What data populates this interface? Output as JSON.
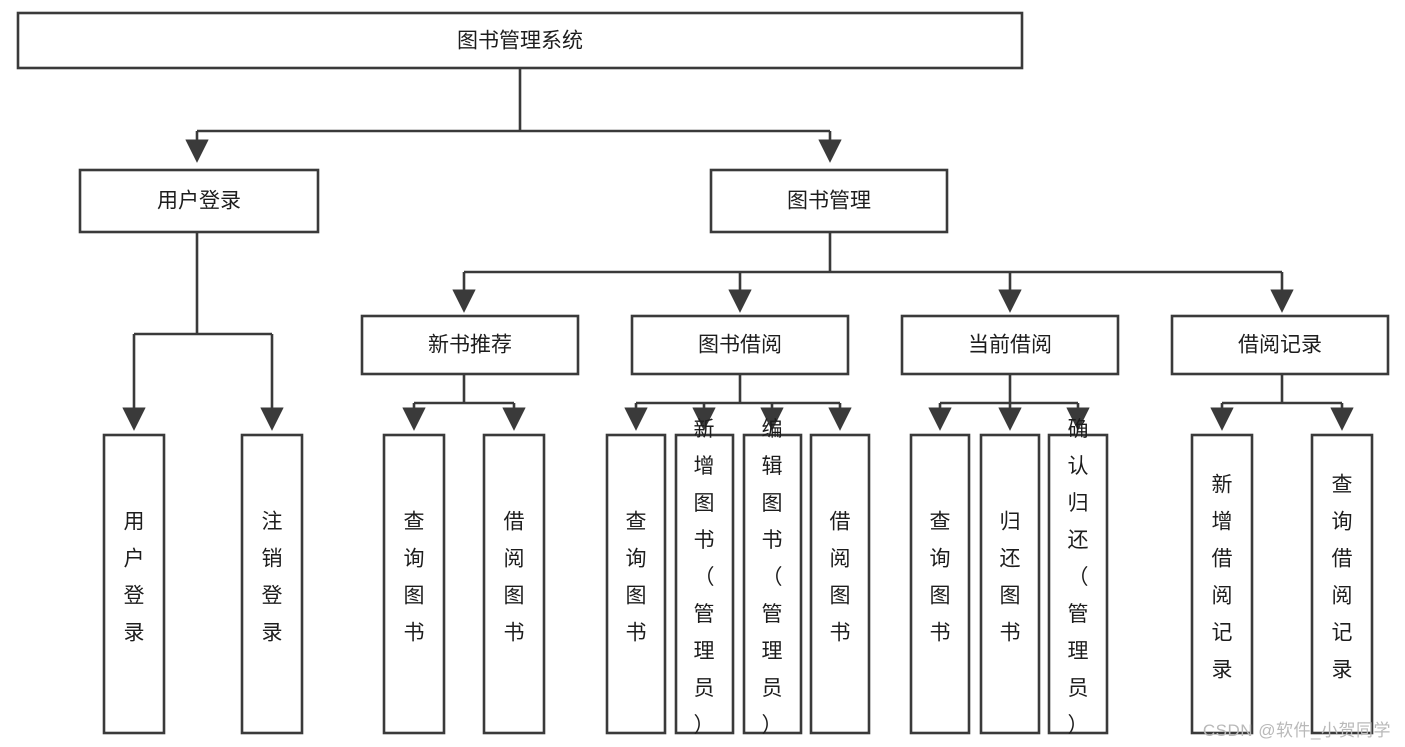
{
  "diagram": {
    "type": "tree-hierarchy",
    "title": "图书管理系统",
    "watermark": "CSDN @软件_小贺同学",
    "colors": {
      "stroke": "#3a3a3a",
      "fill": "#ffffff",
      "text": "#1d1d1d",
      "watermark": "#b9b9b9"
    },
    "levels": [
      {
        "level": 1,
        "nodes": [
          {
            "id": "root",
            "label": "图书管理系统",
            "orientation": "horizontal"
          }
        ]
      },
      {
        "level": 2,
        "nodes": [
          {
            "id": "user-login",
            "label": "用户登录",
            "orientation": "horizontal",
            "parent": "root"
          },
          {
            "id": "book-manage",
            "label": "图书管理",
            "orientation": "horizontal",
            "parent": "root"
          }
        ]
      },
      {
        "level": 3,
        "nodes": [
          {
            "id": "new-book-rec",
            "label": "新书推荐",
            "orientation": "horizontal",
            "parent": "book-manage"
          },
          {
            "id": "book-borrow",
            "label": "图书借阅",
            "orientation": "horizontal",
            "parent": "book-manage"
          },
          {
            "id": "current-borrow",
            "label": "当前借阅",
            "orientation": "horizontal",
            "parent": "book-manage"
          },
          {
            "id": "borrow-record",
            "label": "借阅记录",
            "orientation": "horizontal",
            "parent": "book-manage"
          }
        ]
      },
      {
        "level": 4,
        "nodes": [
          {
            "id": "leaf-user-login",
            "label": "用户登录",
            "orientation": "vertical",
            "parent": "user-login"
          },
          {
            "id": "leaf-logout",
            "label": "注销登录",
            "orientation": "vertical",
            "parent": "user-login"
          },
          {
            "id": "leaf-query-book-1",
            "label": "查询图书",
            "orientation": "vertical",
            "parent": "new-book-rec"
          },
          {
            "id": "leaf-borrow-book-1",
            "label": "借阅图书",
            "orientation": "vertical",
            "parent": "new-book-rec"
          },
          {
            "id": "leaf-query-book-2",
            "label": "查询图书",
            "orientation": "vertical",
            "parent": "book-borrow"
          },
          {
            "id": "leaf-add-book",
            "label": "新增图书（管理员）",
            "orientation": "vertical",
            "parent": "book-borrow"
          },
          {
            "id": "leaf-edit-book",
            "label": "编辑图书（管理员）",
            "orientation": "vertical",
            "parent": "book-borrow"
          },
          {
            "id": "leaf-borrow-book-2",
            "label": "借阅图书",
            "orientation": "vertical",
            "parent": "book-borrow"
          },
          {
            "id": "leaf-query-book-3",
            "label": "查询图书",
            "orientation": "vertical",
            "parent": "current-borrow"
          },
          {
            "id": "leaf-return-book",
            "label": "归还图书",
            "orientation": "vertical",
            "parent": "current-borrow"
          },
          {
            "id": "leaf-confirm-return",
            "label": "确认归还（管理员）",
            "orientation": "vertical",
            "parent": "current-borrow"
          },
          {
            "id": "leaf-add-record",
            "label": "新增借阅记录",
            "orientation": "vertical",
            "parent": "borrow-record"
          },
          {
            "id": "leaf-query-record",
            "label": "查询借阅记录",
            "orientation": "vertical",
            "parent": "borrow-record"
          }
        ]
      }
    ]
  }
}
